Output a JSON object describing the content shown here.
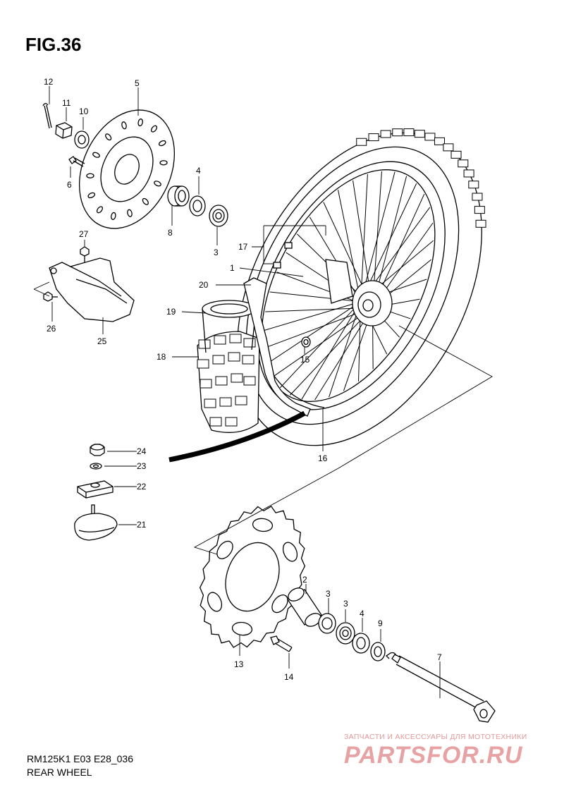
{
  "figure": {
    "title": "FIG.36",
    "model_code": "RM125K1 E03 E28_036",
    "section_title": "REAR WHEEL"
  },
  "callouts": {
    "c1": "1",
    "c2": "2",
    "c3a": "3",
    "c3b": "3",
    "c3c": "3",
    "c4a": "4",
    "c4b": "4",
    "c5": "5",
    "c6": "6",
    "c7": "7",
    "c8": "8",
    "c9": "9",
    "c10": "10",
    "c11": "11",
    "c12": "12",
    "c13": "13",
    "c14": "14",
    "c15": "15",
    "c16": "16",
    "c17": "17",
    "c18": "18",
    "c19": "19",
    "c20": "20",
    "c21": "21",
    "c22": "22",
    "c23": "23",
    "c24": "24",
    "c25": "25",
    "c26": "26",
    "c27": "27"
  },
  "watermark": {
    "tagline": "ЗАПЧАСТИ И АКСЕССУАРЫ ДЛЯ МОТОТЕХНИКИ",
    "brand": "PARTSFOR.RU",
    "color": "#e7a3a3"
  }
}
